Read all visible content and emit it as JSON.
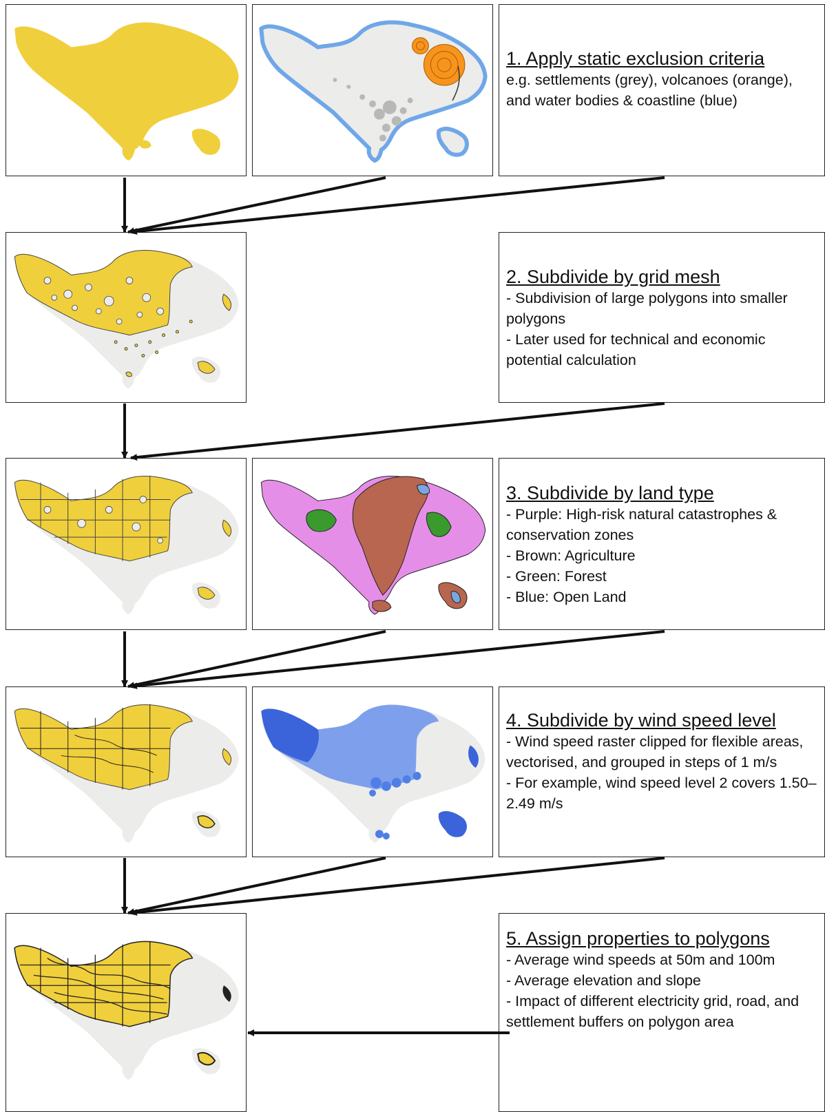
{
  "steps": [
    {
      "title": "1. Apply static exclusion criteria",
      "lines": [
        "e.g. settlements (grey), volcanoes (orange), and water bodies & coastline (blue)"
      ]
    },
    {
      "title": "2. Subdivide by grid mesh",
      "lines": [
        "- Subdivision of large polygons into smaller polygons",
        "- Later used for technical and economic potential calculation"
      ]
    },
    {
      "title": "3. Subdivide by land type",
      "lines": [
        "- Purple: High-risk natural catastrophes & conservation zones",
        "- Brown: Agriculture",
        "- Green: Forest",
        "- Blue: Open Land"
      ]
    },
    {
      "title": "4. Subdivide by wind speed level",
      "lines": [
        "- Wind speed raster clipped for flexible areas, vectorised, and grouped in steps of 1 m/s",
        "- For example, wind speed level 2 covers 1.50–2.49 m/s"
      ]
    },
    {
      "title": "5. Assign properties to polygons",
      "lines": [
        "- Average wind speeds at 50m and 100m",
        "- Average elevation and slope",
        "- Impact of different electricity grid, road, and settlement buffers on polygon area"
      ]
    }
  ],
  "colors": {
    "land_yellow": "#f0cf3c",
    "base_grey": "#ececea",
    "settlement_grey": "#b8b8b8",
    "volcano_orange": "#f7941d",
    "water_blue": "#6fa7e8",
    "purple": "#e58ee8",
    "brown": "#b8664f",
    "green": "#3a9a2e",
    "open_blue": "#7aa7e0",
    "wind_blue": "#4f7fe6"
  },
  "maps": [
    {
      "id": "full-island",
      "icon": "island-map-yellow"
    },
    {
      "id": "exclusion",
      "icon": "exclusion-criteria-map"
    },
    {
      "id": "grid-mesh",
      "icon": "grid-mesh-map"
    },
    {
      "id": "land-type-yellow",
      "icon": "land-type-yellow-map"
    },
    {
      "id": "land-type-color",
      "icon": "land-type-colored-map"
    },
    {
      "id": "wind-yellow",
      "icon": "wind-speed-yellow-map"
    },
    {
      "id": "wind-blue",
      "icon": "wind-speed-raster-map"
    },
    {
      "id": "final",
      "icon": "final-polygons-map"
    }
  ]
}
